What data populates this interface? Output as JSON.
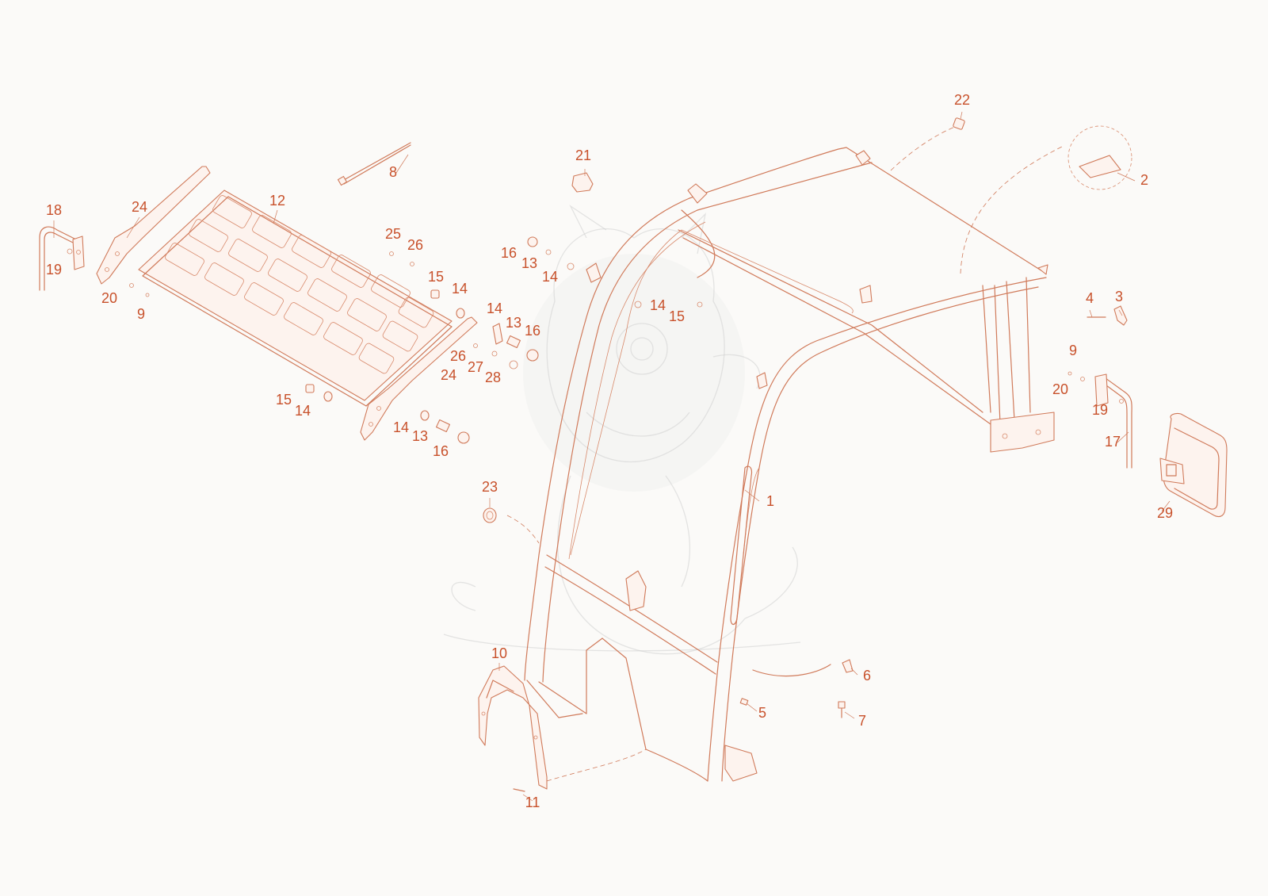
{
  "diagram": {
    "callouts": [
      {
        "id": "c1",
        "label": "1"
      },
      {
        "id": "c2",
        "label": "2"
      },
      {
        "id": "c3",
        "label": "3"
      },
      {
        "id": "c4",
        "label": "4"
      },
      {
        "id": "c5",
        "label": "5"
      },
      {
        "id": "c6",
        "label": "6"
      },
      {
        "id": "c7",
        "label": "7"
      },
      {
        "id": "c8",
        "label": "8"
      },
      {
        "id": "c9a",
        "label": "9"
      },
      {
        "id": "c9b",
        "label": "9"
      },
      {
        "id": "c10",
        "label": "10"
      },
      {
        "id": "c11",
        "label": "11"
      },
      {
        "id": "c12",
        "label": "12"
      },
      {
        "id": "c13a",
        "label": "13"
      },
      {
        "id": "c13b",
        "label": "13"
      },
      {
        "id": "c13c",
        "label": "13"
      },
      {
        "id": "c14a",
        "label": "14"
      },
      {
        "id": "c14b",
        "label": "14"
      },
      {
        "id": "c14c",
        "label": "14"
      },
      {
        "id": "c14d",
        "label": "14"
      },
      {
        "id": "c14e",
        "label": "14"
      },
      {
        "id": "c14f",
        "label": "14"
      },
      {
        "id": "c15a",
        "label": "15"
      },
      {
        "id": "c15b",
        "label": "15"
      },
      {
        "id": "c15c",
        "label": "15"
      },
      {
        "id": "c16a",
        "label": "16"
      },
      {
        "id": "c16b",
        "label": "16"
      },
      {
        "id": "c16c",
        "label": "16"
      },
      {
        "id": "c17",
        "label": "17"
      },
      {
        "id": "c18",
        "label": "18"
      },
      {
        "id": "c19a",
        "label": "19"
      },
      {
        "id": "c19b",
        "label": "19"
      },
      {
        "id": "c20a",
        "label": "20"
      },
      {
        "id": "c20b",
        "label": "20"
      },
      {
        "id": "c21",
        "label": "21"
      },
      {
        "id": "c22",
        "label": "22"
      },
      {
        "id": "c23",
        "label": "23"
      },
      {
        "id": "c24a",
        "label": "24"
      },
      {
        "id": "c24b",
        "label": "24"
      },
      {
        "id": "c25",
        "label": "25"
      },
      {
        "id": "c26a",
        "label": "26"
      },
      {
        "id": "c26b",
        "label": "26"
      },
      {
        "id": "c27",
        "label": "27"
      },
      {
        "id": "c28",
        "label": "28"
      },
      {
        "id": "c29",
        "label": "29"
      }
    ]
  }
}
